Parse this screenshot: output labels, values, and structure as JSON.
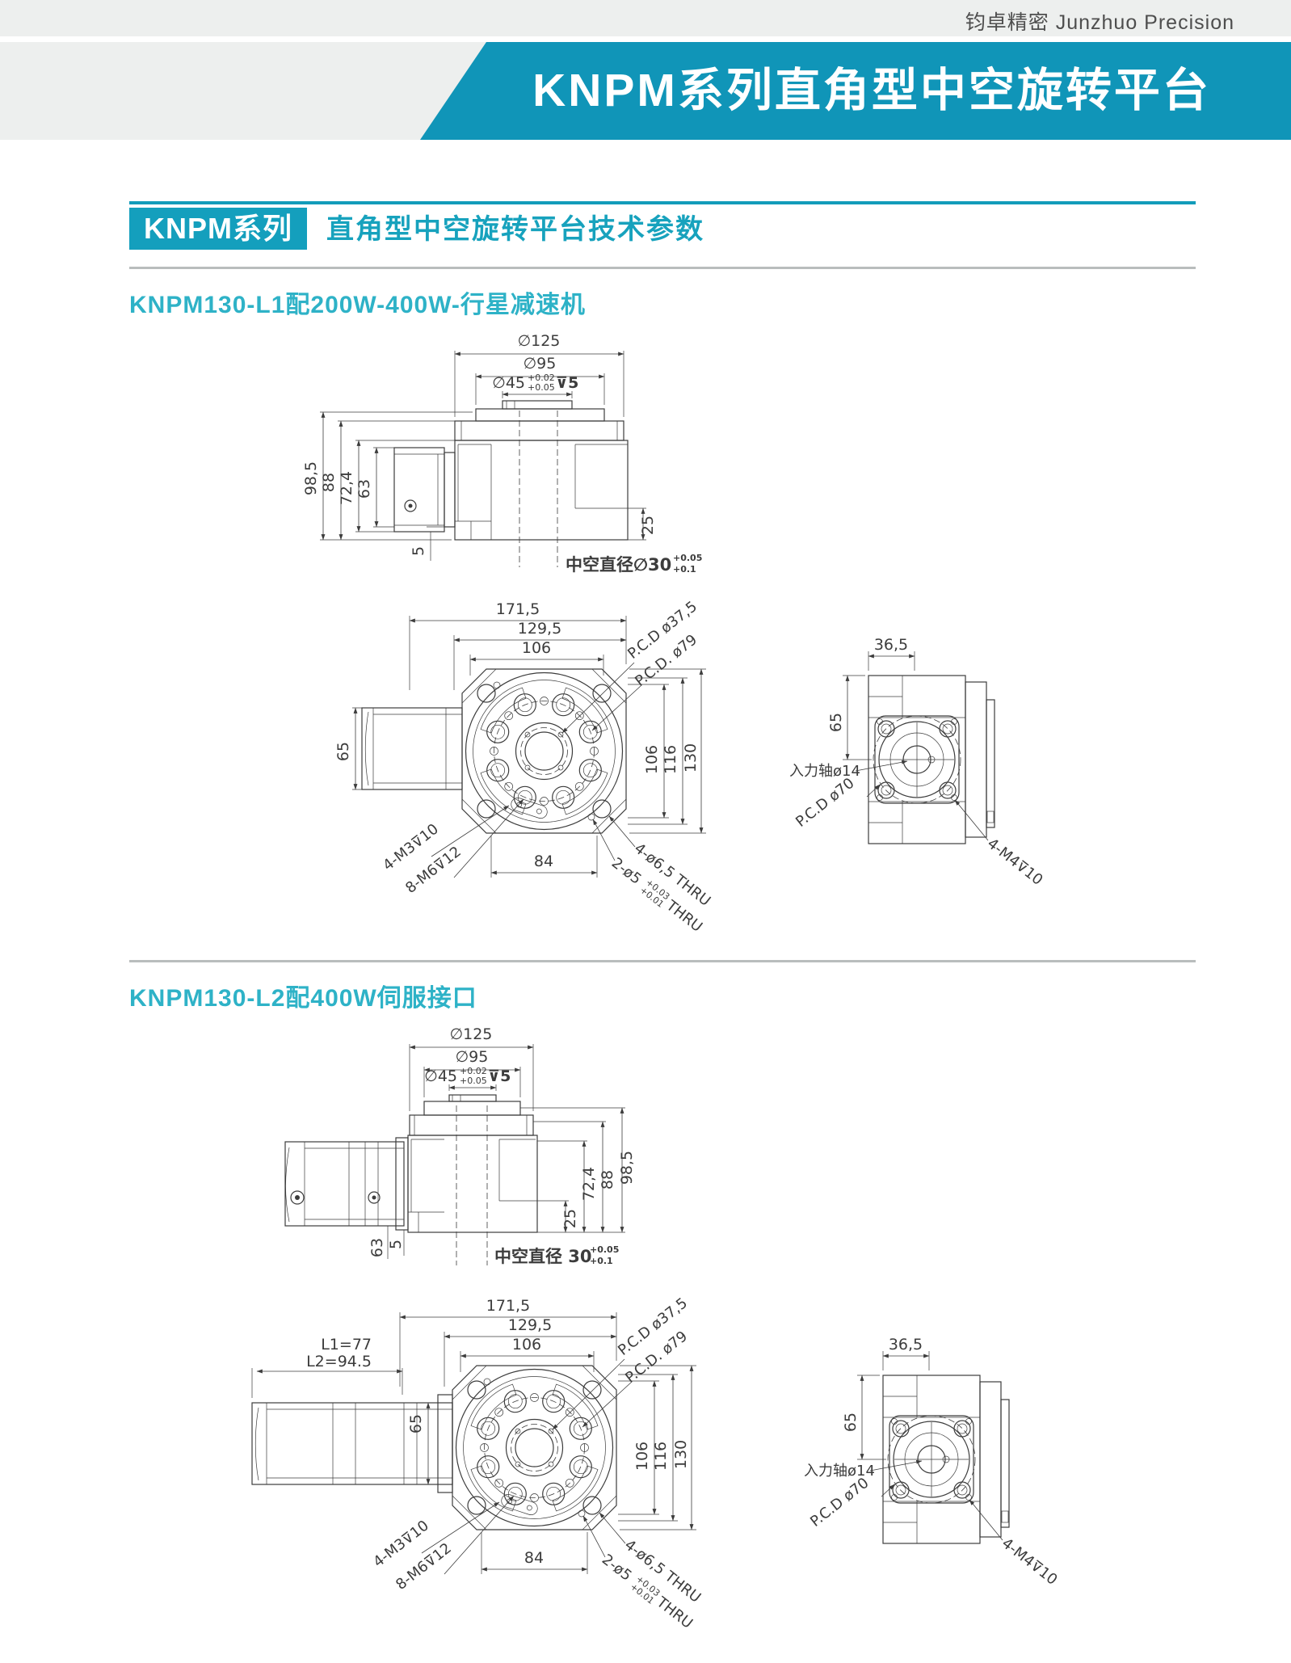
{
  "page": {
    "brand": "钧卓精密 Junzhuo Precision",
    "banner_title": "KNPM系列直角型中空旋转平台",
    "section_badge": "KNPM系列",
    "section_title": "直角型中空旋转平台技术参数",
    "accent_teal": "#1095b8",
    "heading_teal": "#2eb2c7"
  },
  "d1": {
    "heading": "KNPM130-L1配200W-400W-行星减速机",
    "front": {
      "dia125": "∅125",
      "dia95": "∅95",
      "dia45": "∅45",
      "tol_up": "+0.02",
      "tol_dn": "+0.05",
      "depth": "⊽5",
      "h985": "98,5",
      "h88": "88",
      "h724": "72,4",
      "h63": "63",
      "h5": "5",
      "h25": "25",
      "hollow": "中空直径∅30",
      "hollow_up": "+0.05",
      "hollow_dn": "+0.1"
    },
    "plan": {
      "w1715": "171,5",
      "w1295": "129,5",
      "w106": "106",
      "h65": "65",
      "w84": "84",
      "r106": "106",
      "r116": "116",
      "r130": "130",
      "pcd375": "P.C.D ø37,5",
      "pcd79": "P.C.D. ø79",
      "m3": "4-M3⊽10",
      "m6": "8-M6⊽12",
      "d5": "2-ø5",
      "d5_up": "+0.03",
      "d5_dn": "+0.01",
      "d5_thru": "THRU",
      "d65": "4-ø6,5 THRU"
    },
    "side": {
      "w365": "36,5",
      "h65": "65",
      "shaft": "入力轴ø14",
      "pcd70": "P.C.D ø70",
      "m4": "4-M4⊽10"
    }
  },
  "d2": {
    "heading": "KNPM130-L2配400W伺服接口",
    "front": {
      "dia125": "∅125",
      "dia95": "∅95",
      "dia45": "∅45",
      "tol_up": "+0.02",
      "tol_dn": "+0.05",
      "depth": "⊽5",
      "h985": "98,5",
      "h88": "88",
      "h724": "72,4",
      "h63": "63",
      "h5": "5",
      "h25": "25",
      "hollow": "中空直径 30",
      "hollow_up": "+0.05",
      "hollow_dn": "+0.1"
    },
    "plan": {
      "l1": "L1=77",
      "l2": "L2=94.5",
      "w1715": "171,5",
      "w1295": "129,5",
      "w106": "106",
      "h65": "65",
      "w84": "84",
      "r106": "106",
      "r116": "116",
      "r130": "130",
      "pcd375": "P.C.D ø37,5",
      "pcd79": "P.C.D. ø79",
      "m3": "4-M3⊽10",
      "m6": "8-M6⊽12",
      "d5": "2-ø5",
      "d5_up": "+0.03",
      "d5_dn": "+0.01",
      "d5_thru": "THRU",
      "d65": "4-ø6,5 THRU"
    },
    "side": {
      "w365": "36,5",
      "h65": "65",
      "shaft": "入力轴ø14",
      "pcd70": "P.C.D ø70",
      "m4": "4-M4⊽10"
    }
  }
}
